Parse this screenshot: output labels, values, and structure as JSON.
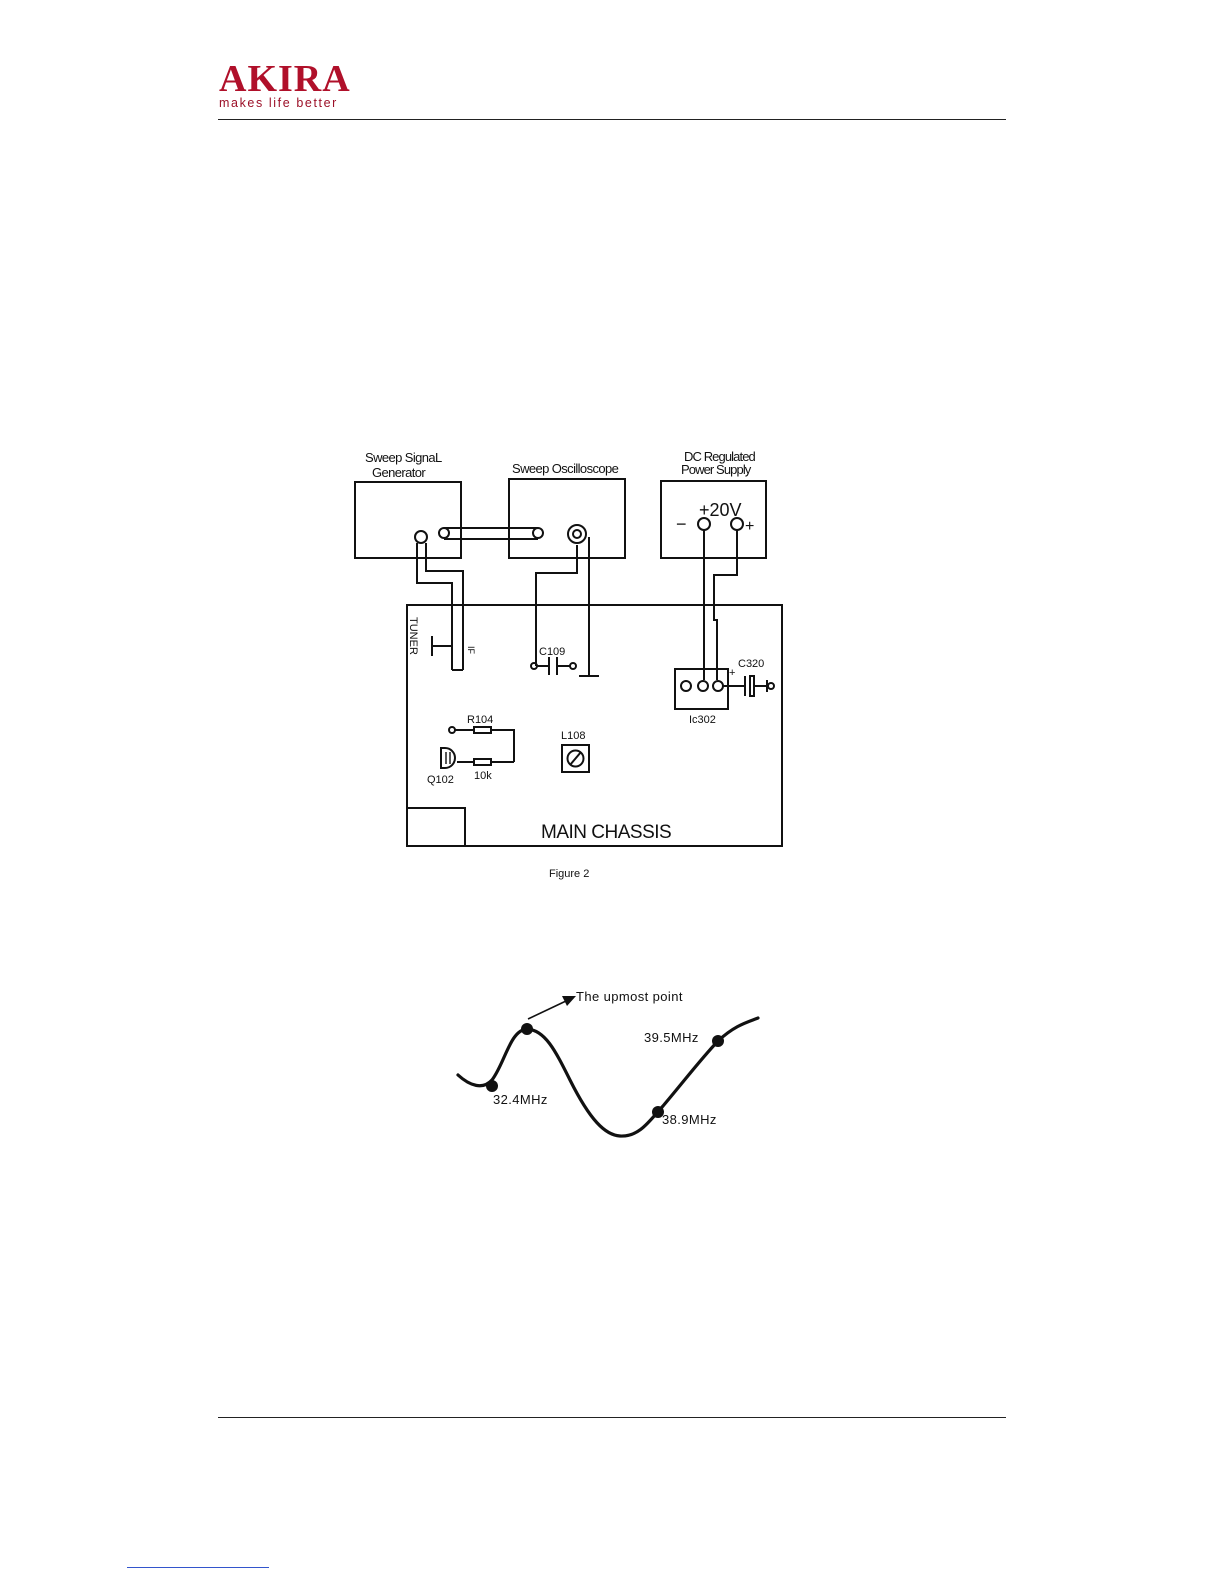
{
  "header": {
    "brand": "AKIRA",
    "tagline": "makes life better",
    "brand_color": "#b0102a"
  },
  "figure2": {
    "generator_label_1": "Sweep SignaL",
    "generator_label_2": "Generator",
    "oscilloscope_label": "Sweep Oscilloscope",
    "psu_label_1": "DC Regulated",
    "psu_label_2": "Power Supply",
    "psu_voltage": "+20V",
    "psu_minus": "−",
    "psu_plus": "+",
    "tuner_label": "TUNER",
    "if_label": "IF",
    "c109_label": "C109",
    "c320_label": "C320",
    "c320_plus": "+",
    "ic302_label": "Ic302",
    "r104_label": "R104",
    "resistor_value": "10k",
    "q102_label": "Q102",
    "l108_label": "L108",
    "chassis_label": "MAIN CHASSIS",
    "caption": "Figure 2"
  },
  "response_curve": {
    "upmost_label": "The upmost point",
    "markers": [
      {
        "label": "32.4MHz"
      },
      {
        "label": "38.9MHz"
      },
      {
        "label": "39.5MHz"
      }
    ]
  }
}
